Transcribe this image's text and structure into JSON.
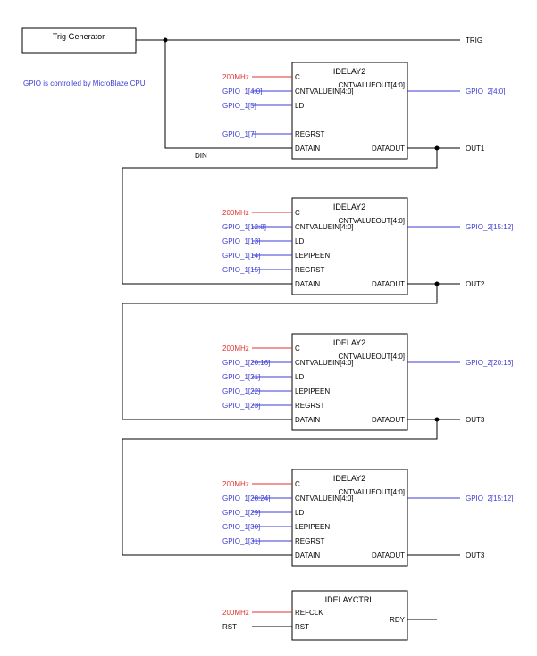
{
  "colors": {
    "blue": "#3b3bd6",
    "red": "#e03030",
    "black": "#000000"
  },
  "note": "GPIO is controlled by MicroBlaze CPU",
  "trig": {
    "block": "Trig Generator",
    "out": "TRIG"
  },
  "din": "DIN",
  "idelays": [
    {
      "title": "IDELAY2",
      "out_port": "CNTVALUEOUT[4:0]",
      "out_net": "GPIO_2[4:0]",
      "dataout": "DATAOUT",
      "out_label": "OUT1",
      "ports": [
        {
          "port": "C",
          "net": "200MHz"
        },
        {
          "port": "CNTVALUEIN[4:0]",
          "net": "GPIO_1[4:0]"
        },
        {
          "port": "LD",
          "net": "GPIO_1[5]"
        },
        {
          "port": "REGRST",
          "net": "GPIO_1[7]"
        },
        {
          "port": "DATAIN",
          "net": ""
        }
      ]
    },
    {
      "title": "IDELAY2",
      "out_port": "CNTVALUEOUT[4:0]",
      "out_net": "GPIO_2[15:12]",
      "dataout": "DATAOUT",
      "out_label": "OUT2",
      "ports": [
        {
          "port": "C",
          "net": "200MHz"
        },
        {
          "port": "CNTVALUEIN[4:0]",
          "net": "GPIO_1[12:8]"
        },
        {
          "port": "LD",
          "net": "GPIO_1[13]"
        },
        {
          "port": "LEPIPEEN",
          "net": "GPIO_1[14]"
        },
        {
          "port": "REGRST",
          "net": "GPIO_1[15]"
        },
        {
          "port": "DATAIN",
          "net": ""
        }
      ]
    },
    {
      "title": "IDELAY2",
      "out_port": "CNTVALUEOUT[4:0]",
      "out_net": "GPIO_2[20:16]",
      "dataout": "DATAOUT",
      "out_label": "OUT3",
      "ports": [
        {
          "port": "C",
          "net": "200MHz"
        },
        {
          "port": "CNTVALUEIN[4:0]",
          "net": "GPIO_1[20:16]"
        },
        {
          "port": "LD",
          "net": "GPIO_1[21]"
        },
        {
          "port": "LEPIPEEN",
          "net": "GPIO_1[22]"
        },
        {
          "port": "REGRST",
          "net": "GPIO_1[23]"
        },
        {
          "port": "DATAIN",
          "net": ""
        }
      ]
    },
    {
      "title": "IDELAY2",
      "out_port": "CNTVALUEOUT[4:0]",
      "out_net": "GPIO_2[15:12]",
      "dataout": "DATAOUT",
      "out_label": "OUT3",
      "ports": [
        {
          "port": "C",
          "net": "200MHz"
        },
        {
          "port": "CNTVALUEIN[4:0]",
          "net": "GPIO_1[28:24]"
        },
        {
          "port": "LD",
          "net": "GPIO_1[29]"
        },
        {
          "port": "LEPIPEEN",
          "net": "GPIO_1[30]"
        },
        {
          "port": "REGRST",
          "net": "GPIO_1[31]"
        },
        {
          "port": "DATAIN",
          "net": ""
        }
      ]
    }
  ],
  "idelayctrl": {
    "title": "IDELAYCTRL",
    "out": "RDY",
    "ports": [
      {
        "port": "REFCLK",
        "net": "200MHz"
      },
      {
        "port": "RST",
        "net": "RST"
      }
    ]
  }
}
